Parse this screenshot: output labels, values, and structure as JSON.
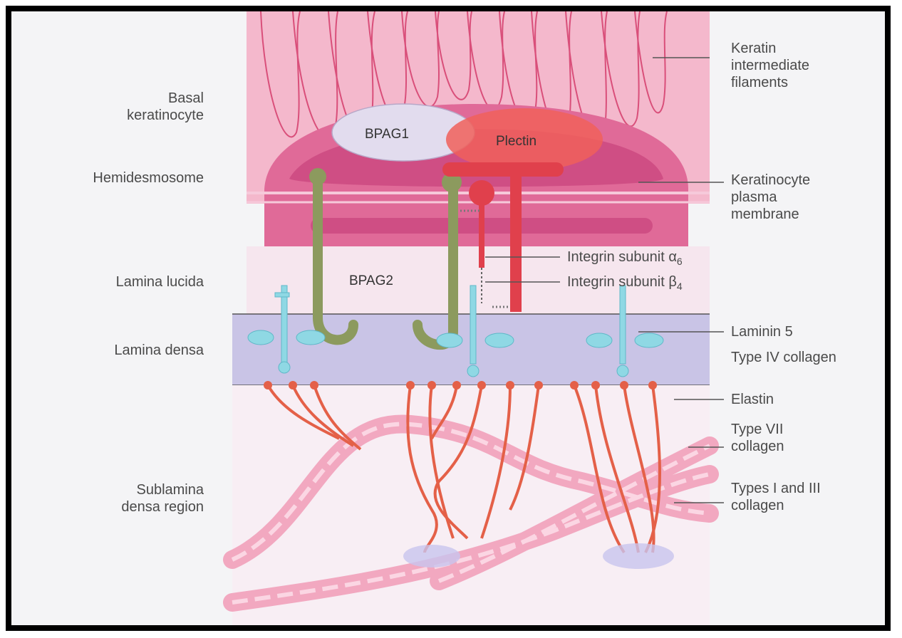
{
  "labels_left": {
    "basal_keratinocyte": [
      "Basal",
      "keratinocyte"
    ],
    "hemidesmosome": "Hemidesmosome",
    "lamina_lucida": "Lamina lucida",
    "lamina_densa": "Lamina densa",
    "sublamina_densa": [
      "Sublamina",
      "densa region"
    ]
  },
  "labels_right": {
    "keratin": [
      "Keratin",
      "intermediate",
      "filaments"
    ],
    "plasma_membrane": [
      "Keratinocyte",
      "plasma",
      "membrane"
    ],
    "integrin_a6": {
      "text": "Integrin subunit α",
      "sub": "6"
    },
    "integrin_b4": {
      "text": "Integrin subunit β",
      "sub": "4"
    },
    "laminin5": "Laminin 5",
    "type4": "Type IV collagen",
    "elastin": "Elastin",
    "type7": [
      "Type VII",
      "collagen"
    ],
    "type13": [
      "Types I and III",
      "collagen"
    ]
  },
  "inner_labels": {
    "bpag1": "BPAG1",
    "plectin": "Plectin",
    "bpag2": "BPAG2"
  },
  "colors": {
    "cell_bg": "#f4b8cc",
    "cell_body": "#e06a98",
    "cell_inner": "#cf4e84",
    "lamina_densa": "#c9c4e6",
    "bpag2": "#8c9a5e",
    "integrin": "#e0404c",
    "laminin": "#8fd8e4",
    "anchoring": "#e46048",
    "fiber": "#f2a8c0",
    "bpag1": "#e2dcee",
    "plectin": "#f0605a"
  }
}
